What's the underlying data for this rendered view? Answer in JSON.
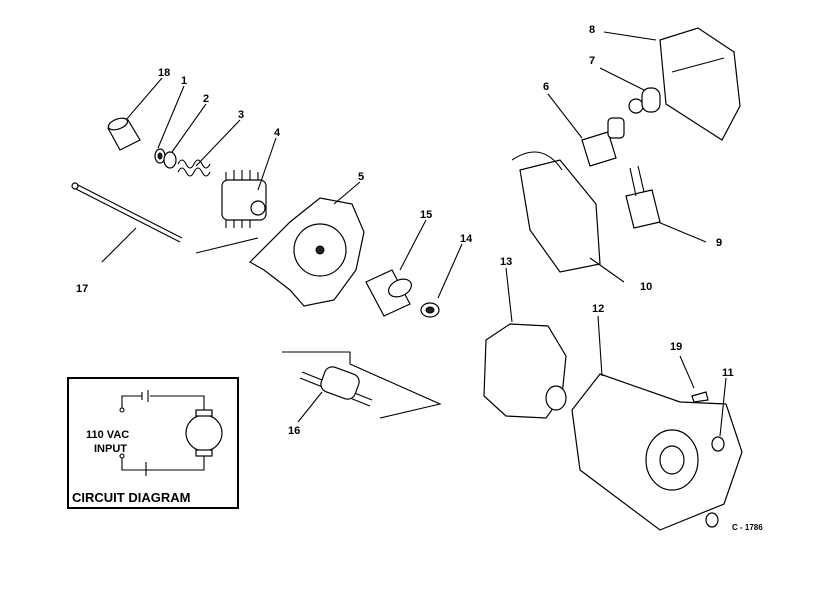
{
  "callouts": {
    "p1": "1",
    "p2": "2",
    "p3": "3",
    "p4": "4",
    "p5": "5",
    "p6": "6",
    "p7": "7",
    "p8": "8",
    "p9": "9",
    "p10": "10",
    "p11": "11",
    "p12": "12",
    "p13": "13",
    "p14": "14",
    "p15": "15",
    "p16": "16",
    "p17": "17",
    "p18": "18",
    "p19": "19"
  },
  "circuit": {
    "title": "CIRCUIT DIAGRAM",
    "input_line1": "110 VAC",
    "input_line2": "INPUT"
  },
  "drawing_code": "C - 1786"
}
